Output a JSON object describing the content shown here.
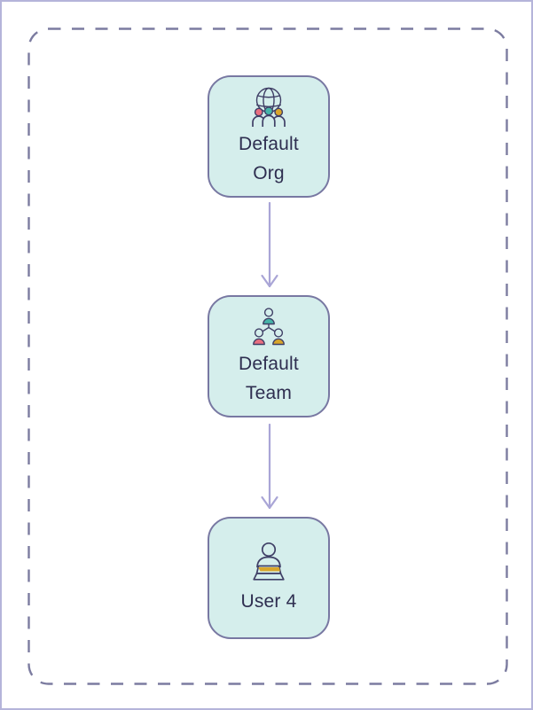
{
  "diagram": {
    "nodes": [
      {
        "id": "default-org",
        "label": "Default Org",
        "icon": "organization-globe-people-icon"
      },
      {
        "id": "default-team",
        "label": "Default Team",
        "icon": "team-hierarchy-icon"
      },
      {
        "id": "user-4",
        "label": "User 4",
        "icon": "person-laptop-icon"
      }
    ],
    "edges": [
      {
        "from": "default-org",
        "to": "default-team"
      },
      {
        "from": "default-team",
        "to": "user-4"
      }
    ],
    "colors": {
      "node_fill": "#d5eeec",
      "node_border": "#7878a2",
      "arrow": "#a9a5d6",
      "boundary_dash": "#7c7ca0",
      "outer_frame": "#b5b4da",
      "label_text": "#2e2e50",
      "icon_outline": "#3f3f66",
      "icon_pink": "#e96f80",
      "icon_teal": "#45b5a9",
      "icon_yellow": "#d9a62b"
    }
  }
}
